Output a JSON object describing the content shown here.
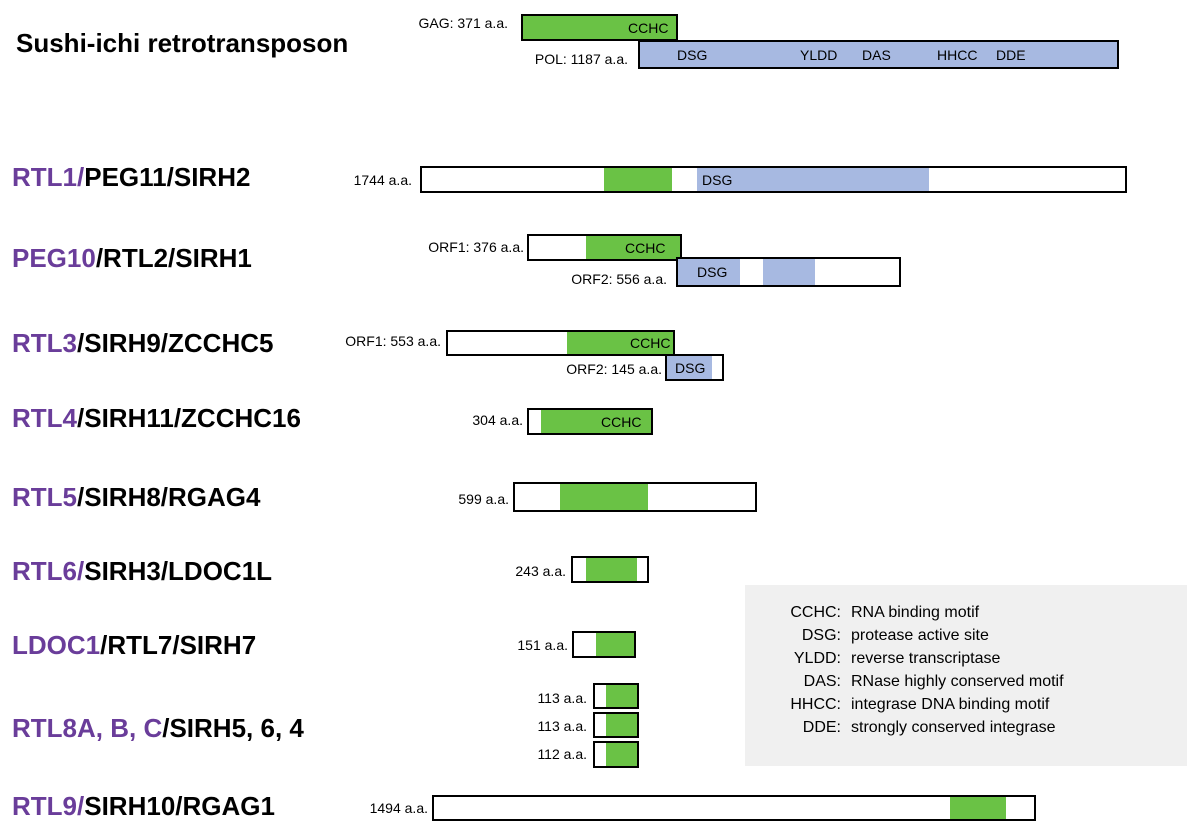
{
  "colors": {
    "cchc": "#6ac245",
    "dsg": "#a7b9e1",
    "gene_highlight": "#6a3d9a",
    "legend_bg": "#f0f0f0"
  },
  "rows": [
    {
      "gene_highlight": "",
      "gene_rest": "Sushi-ichi retrotransposon",
      "labels": [
        "GAG: 371 a.a.",
        "POL: 1187 a.a."
      ],
      "bars": [
        {
          "domains": [
            {
              "kind": "cchc",
              "labels": [
                "CCHC"
              ]
            }
          ]
        },
        {
          "domains": [
            {
              "kind": "dsg",
              "labels": [
                "DSG",
                "YLDD",
                "DAS",
                "HHCC",
                "DDE"
              ]
            }
          ]
        }
      ]
    },
    {
      "gene_highlight": "RTL1/",
      "gene_rest": "PEG11/SIRH2",
      "labels": [
        "1744 a.a."
      ],
      "bars": [
        {
          "domains": [
            {
              "kind": "cchc",
              "labels": []
            },
            {
              "kind": "dsg",
              "labels": [
                "DSG"
              ]
            }
          ]
        }
      ]
    },
    {
      "gene_highlight": "PEG10",
      "gene_rest": "/RTL2/SIRH1",
      "labels": [
        "ORF1: 376 a.a.",
        "ORF2: 556 a.a."
      ],
      "bars": [
        {
          "domains": [
            {
              "kind": "cchc",
              "labels": [
                "CCHC"
              ]
            }
          ]
        },
        {
          "domains": [
            {
              "kind": "dsg",
              "labels": [
                "DSG"
              ]
            },
            {
              "kind": "dsg",
              "labels": []
            }
          ]
        }
      ]
    },
    {
      "gene_highlight": "RTL3",
      "gene_rest": "/SIRH9/ZCCHC5",
      "labels": [
        "ORF1: 553 a.a.",
        "ORF2: 145 a.a."
      ],
      "bars": [
        {
          "domains": [
            {
              "kind": "cchc",
              "labels": [
                "CCHC"
              ]
            }
          ]
        },
        {
          "domains": [
            {
              "kind": "dsg",
              "labels": [
                "DSG"
              ]
            }
          ]
        }
      ]
    },
    {
      "gene_highlight": "RTL4",
      "gene_rest": "/SIRH11/ZCCHC16",
      "labels": [
        "304 a.a."
      ],
      "bars": [
        {
          "domains": [
            {
              "kind": "cchc",
              "labels": [
                "CCHC"
              ]
            }
          ]
        }
      ]
    },
    {
      "gene_highlight": "RTL5",
      "gene_rest": "/SIRH8/RGAG4",
      "labels": [
        "599 a.a."
      ],
      "bars": [
        {
          "domains": [
            {
              "kind": "cchc",
              "labels": []
            }
          ]
        }
      ]
    },
    {
      "gene_highlight": "RTL6/",
      "gene_rest": "SIRH3/LDOC1L",
      "labels": [
        "243 a.a."
      ],
      "bars": [
        {
          "domains": [
            {
              "kind": "cchc",
              "labels": []
            }
          ]
        }
      ]
    },
    {
      "gene_highlight": "LDOC1",
      "gene_rest": "/RTL7/SIRH7",
      "labels": [
        "151 a.a."
      ],
      "bars": [
        {
          "domains": [
            {
              "kind": "cchc",
              "labels": []
            }
          ]
        }
      ]
    },
    {
      "gene_highlight": "RTL8A, B, C",
      "gene_rest": "/SIRH5, 6, 4",
      "labels": [
        "113 a.a.",
        "113 a.a.",
        "112 a.a."
      ],
      "bars": [
        {
          "domains": [
            {
              "kind": "cchc",
              "labels": []
            }
          ]
        },
        {
          "domains": [
            {
              "kind": "cchc",
              "labels": []
            }
          ]
        },
        {
          "domains": [
            {
              "kind": "cchc",
              "labels": []
            }
          ]
        }
      ]
    },
    {
      "gene_highlight": "RTL9/",
      "gene_rest": "SIRH10/RGAG1",
      "labels": [
        "1494 a.a."
      ],
      "bars": [
        {
          "domains": [
            {
              "kind": "cchc",
              "labels": []
            }
          ]
        }
      ]
    }
  ],
  "legend": [
    {
      "key": "CCHC:",
      "value": "RNA binding motif"
    },
    {
      "key": "DSG:",
      "value": "protease active site"
    },
    {
      "key": "YLDD:",
      "value": "reverse transcriptase"
    },
    {
      "key": "DAS:",
      "value": "RNase highly conserved motif"
    },
    {
      "key": "HHCC:",
      "value": "integrase DNA binding motif"
    },
    {
      "key": "DDE:",
      "value": "strongly conserved integrase"
    }
  ]
}
